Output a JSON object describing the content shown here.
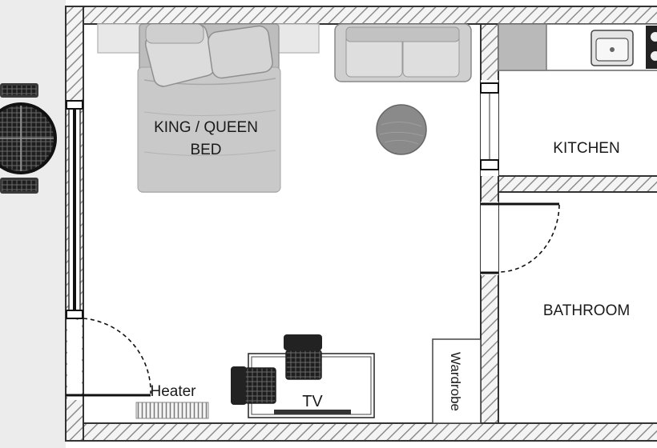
{
  "labels": {
    "bed_line1": "KING / QUEEN",
    "bed_line2": "BED",
    "kitchen": "KITCHEN",
    "bathroom": "BATHROOM",
    "wardrobe": "Wardrobe",
    "heater": "Heater",
    "tv": "TV"
  },
  "colors": {
    "background": "#ffffff",
    "balcony": "#ececec",
    "wall_fill": "#f2f2f2",
    "wall_stroke": "#333333",
    "bed": "#c6c6c6",
    "pillow": "#d9d9d9",
    "sofa": "#cfcfcf",
    "table": "#8a8a8a",
    "text": "#1a1a1a"
  }
}
